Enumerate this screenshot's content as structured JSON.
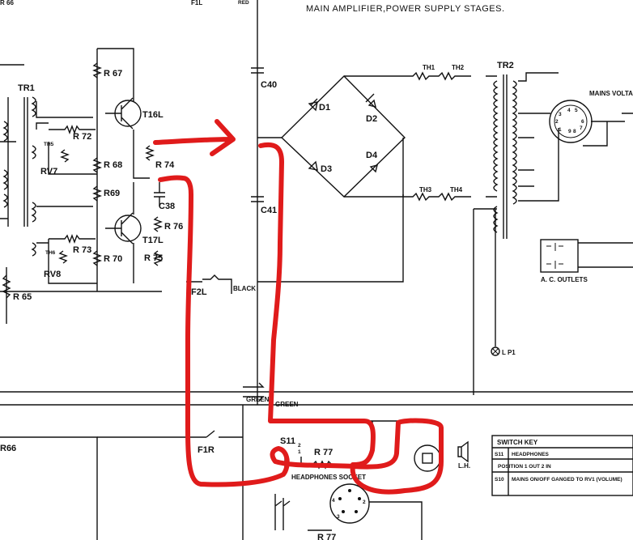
{
  "title": "MAIN AMPLIFIER,POWER SUPPLY STAGES.",
  "labels": {
    "tr1": "TR1",
    "tr2": "TR2",
    "r67": "R 67",
    "r72": "R 72",
    "r68": "R 68",
    "r74": "R 74",
    "r69": "R69",
    "r73": "R 73",
    "r70": "R 70",
    "r65": "R 65",
    "r76": "R 76",
    "r75": "R 75",
    "r66": "R66",
    "r77": "R 77",
    "r77b": "R 77",
    "rv7": "RV7",
    "rv8": "RV8",
    "th5": "TH5",
    "th6": "TH6",
    "t16": "T16L",
    "t17": "T17L",
    "c38": "C38",
    "c40": "C40",
    "c41": "C41",
    "d1": "D1",
    "d2": "D2",
    "d3": "D3",
    "d4": "D4",
    "th1": "TH1",
    "th2": "TH2",
    "th3": "TH3",
    "th4": "TH4",
    "f1l": "F1L",
    "f2l": "F2L",
    "f1r": "F1R",
    "red": "RED",
    "black": "BLACK",
    "green1": "GREEN",
    "green2": "GREEN",
    "s11": "S11",
    "headphones_socket": "HEADPHONES SOCKET",
    "lh": "L.H.",
    "lp1": "L P1",
    "mains_voltage_selector": "MAINS VOLTAGE SELECTOR",
    "ac_outlets": "A. C. OUTLETS",
    "r66_top": "R 66"
  },
  "switch_key": {
    "title": "SWITCH KEY",
    "rows": [
      {
        "code": "S11",
        "desc": "HEADPHONES"
      },
      {
        "code": "",
        "desc": "POSITION 1 OUT 2 IN"
      },
      {
        "code": "S10",
        "desc": "MAINS ON/OFF GANGED TO RV1 (VOLUME)"
      }
    ]
  },
  "colors": {
    "annotation": "#e01b1b",
    "ink": "#111111"
  }
}
